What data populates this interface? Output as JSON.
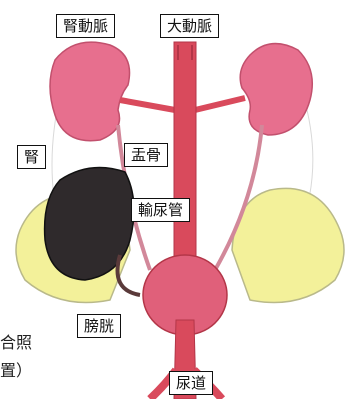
{
  "labels": {
    "renal_artery": "腎動脈",
    "aorta": "大動脈",
    "kidney": "腎",
    "renal_pelvis": "盂骨",
    "ureter": "輸尿管",
    "bladder": "膀胱",
    "urethra": "尿道"
  },
  "clipped_text": {
    "line1": "合照",
    "line2": "置）"
  },
  "colors": {
    "vessel": "#d94a5c",
    "kidney": "#e86f8f",
    "bladder": "#e0607a",
    "body_outline": "#f2f0a0",
    "dark_kidney": "#2f2a2c"
  }
}
